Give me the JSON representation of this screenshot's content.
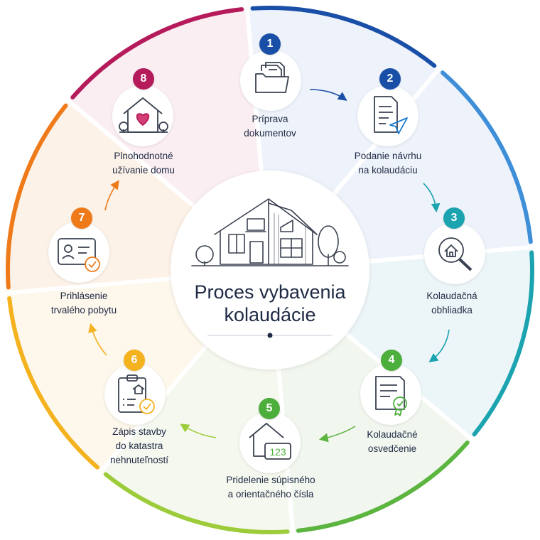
{
  "title": "Proces vybavenia kolaudácie",
  "center_title_lines": [
    "Proces vybavenia",
    "kolaudácie"
  ],
  "colors": {
    "step1": "#1a4fa8",
    "step2": "#1a4fa8",
    "step3": "#1ba3b0",
    "step4": "#4cae3b",
    "step5": "#4cae3b",
    "step6": "#f4b21f",
    "step7": "#ef7a1a",
    "step8": "#b51a5a",
    "text": "#1f2a44"
  },
  "steps": [
    {
      "number": "1",
      "label": "Príprava\ndokumentov",
      "icon": "folder-documents-icon"
    },
    {
      "number": "2",
      "label": "Podanie návrhu\nna kolaudáciu",
      "icon": "document-send-icon"
    },
    {
      "number": "3",
      "label": "Kolaudačná\nobhliadka",
      "icon": "house-magnifier-icon"
    },
    {
      "number": "4",
      "label": "Kolaudačné\nosvedčenie",
      "icon": "certificate-icon"
    },
    {
      "number": "5",
      "label": "Pridelenie súpisného\na orientačného čísla",
      "icon": "house-number-icon",
      "badge_text": "123"
    },
    {
      "number": "6",
      "label": "Zápis stavby\ndo katastra\nnehnuteľností",
      "icon": "clipboard-house-icon"
    },
    {
      "number": "7",
      "label": "Prihlásenie\ntrvalého pobytu",
      "icon": "id-card-check-icon"
    },
    {
      "number": "8",
      "label": "Plnohodnotné\nužívanie domu",
      "icon": "house-heart-icon"
    }
  ]
}
